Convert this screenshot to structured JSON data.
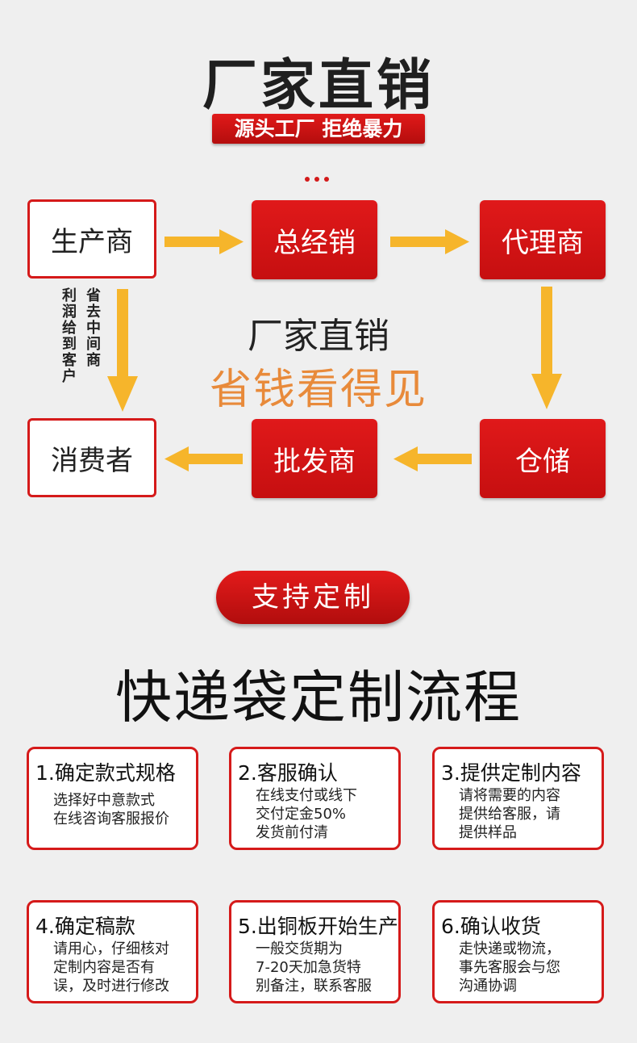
{
  "header": {
    "title": "厂家直销",
    "banner": "源头工厂 拒绝暴力"
  },
  "flow": {
    "producer": "生产商",
    "general_distributor": "总经销",
    "agent": "代理商",
    "warehouse": "仓储",
    "wholesaler": "批发商",
    "consumer": "消费者",
    "side_left": "利润给到客户",
    "side_right": "省去中间商",
    "center_title": "厂家直销",
    "center_slogan": "省钱看得见"
  },
  "custom": {
    "pill": "支持定制",
    "title": "快递袋定制流程"
  },
  "steps": [
    {
      "title": "1.确定款式规格",
      "lines": [
        "选择好中意款式",
        "在线咨询客服报价"
      ]
    },
    {
      "title": "2.客服确认",
      "lines": [
        "在线支付或线下",
        "交付定金50%",
        "发货前付清"
      ]
    },
    {
      "title": "3.提供定制内容",
      "lines": [
        "请将需要的内容",
        "提供给客服，请",
        "提供样品"
      ]
    },
    {
      "title": "4.确定稿款",
      "lines": [
        "请用心，仔细核对",
        "定制内容是否有",
        "误，及时进行修改"
      ]
    },
    {
      "title": "5.出铜板开始生产",
      "lines": [
        "一般交货期为",
        "7-20天加急货特",
        "别备注，联系客服"
      ]
    },
    {
      "title": "6.确认收货",
      "lines": [
        "走快递或物流，",
        "事先客服会与您",
        "沟通协调"
      ]
    }
  ],
  "colors": {
    "red": "#d51a1a",
    "arrow": "#f6b52b",
    "slogan": "#e88a3a"
  }
}
